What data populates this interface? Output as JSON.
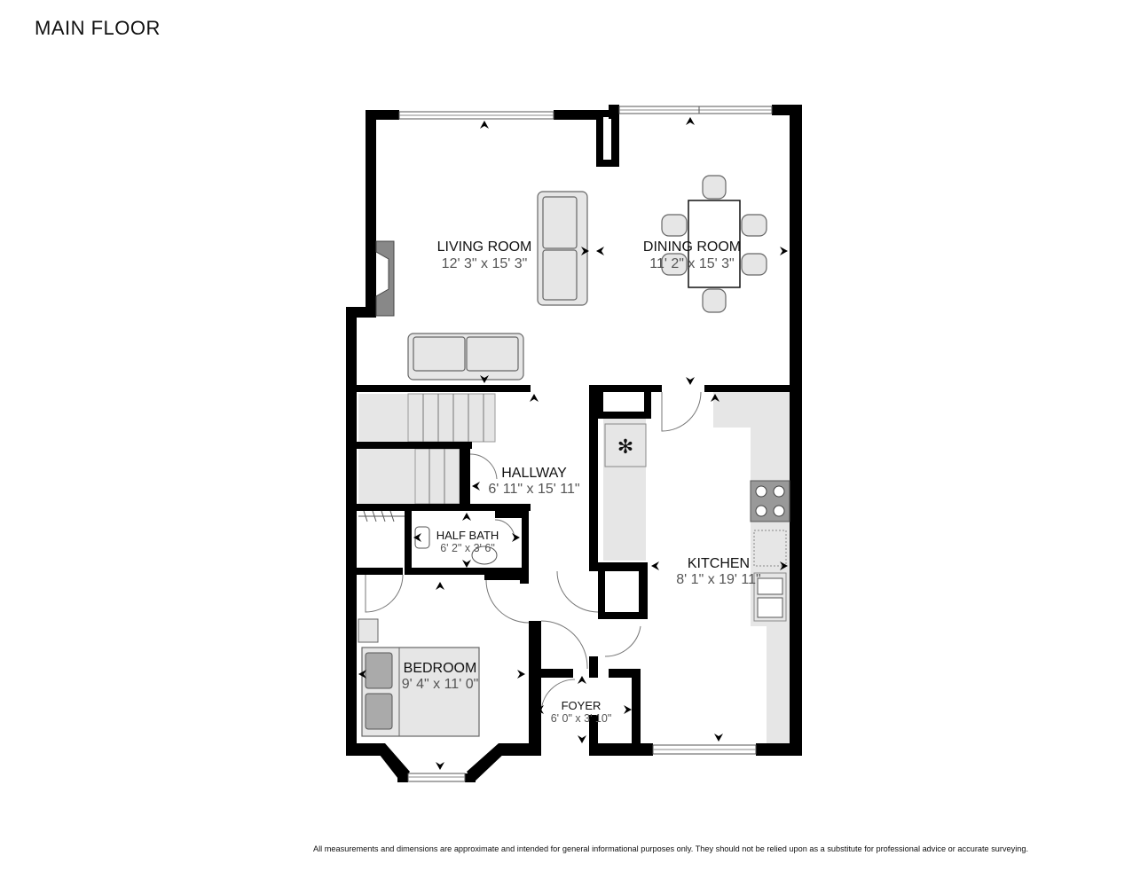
{
  "plan": {
    "title": "MAIN FLOOR",
    "disclaimer": "All measurements and dimensions are approximate and intended for general informational purposes only. They should not be relied upon as a substitute for professional advice or accurate surveying."
  },
  "rooms": {
    "living": {
      "name": "LIVING ROOM",
      "dims": "12' 3\" x 15' 3\""
    },
    "dining": {
      "name": "DINING ROOM",
      "dims": "11' 2\" x 15' 3\""
    },
    "hallway": {
      "name": "HALLWAY",
      "dims": "6' 11\" x 15' 11\""
    },
    "half_bath": {
      "name": "HALF BATH",
      "dims": "6' 2\" x 3' 6\""
    },
    "kitchen": {
      "name": "KITCHEN",
      "dims": "8' 1\" x 19' 11\""
    },
    "bedroom": {
      "name": "BEDROOM",
      "dims": "9' 4\" x 11' 0\""
    },
    "foyer": {
      "name": "FOYER",
      "dims": "6' 0\" x 3' 10\""
    }
  },
  "colors": {
    "wall": "#000000",
    "fixture_fill": "#e6e6e6",
    "label_dim": "#555555"
  }
}
